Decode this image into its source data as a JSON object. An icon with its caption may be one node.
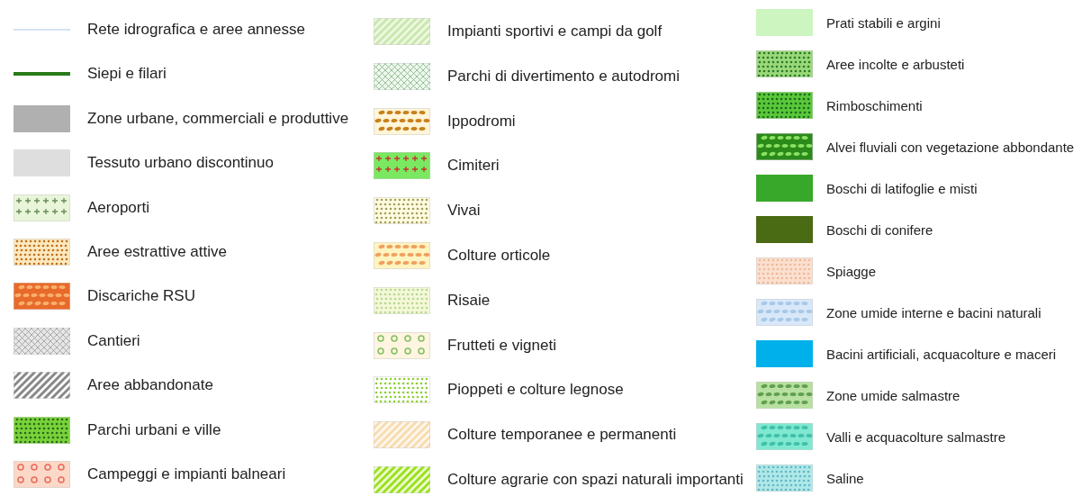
{
  "diagram": {
    "legend": [
      {
        "text": "Rete idrografica e aree annesse"
      },
      {
        "text": "Siepi e filari"
      },
      {
        "text": "Zone urbane, commerciali e produttive",
        "color": "#b0b0b0"
      },
      {
        "text": "Tessuto urbano discontinuo",
        "color": "#dedede"
      },
      {
        "text": "Aeroporti"
      },
      {
        "text": "Aree estrattive attive"
      },
      {
        "text": "Discariche RSU"
      },
      {
        "text": "Cantieri"
      },
      {
        "text": "Aree abbandonate"
      },
      {
        "text": "Parchi urbani e ville"
      },
      {
        "text": "Campeggi e impianti balneari"
      },
      {
        "text": "Impianti sportivi e campi da golf"
      },
      {
        "text": "Parchi di divertimento e autodromi"
      },
      {
        "text": "Ippodromi"
      },
      {
        "text": "Cimiteri"
      },
      {
        "text": "Vivai"
      },
      {
        "text": "Colture orticole"
      },
      {
        "text": "Risaie"
      },
      {
        "text": "Frutteti e vigneti"
      },
      {
        "text": "Pioppeti e colture legnose"
      },
      {
        "text": "Colture temporanee e permanenti"
      },
      {
        "text": "Colture agrarie con spazi naturali importanti"
      },
      {
        "text": "Prati stabili e argini",
        "color": "#ccf5c0"
      },
      {
        "text": "Aree incolte e arbusteti"
      },
      {
        "text": "Rimboschimenti"
      },
      {
        "text": "Alvei fluviali con vegetazione abbondante"
      },
      {
        "text": "Boschi di latifoglie e misti",
        "color": "#38a82a"
      },
      {
        "text": "Boschi di conifere",
        "color": "#4a6a14"
      },
      {
        "text": "Spiagge"
      },
      {
        "text": "Zone umide interne e bacini naturali"
      },
      {
        "text": "Bacini artificiali, acquacolture e maceri",
        "color": "#00b0ea"
      },
      {
        "text": "Zone umide salmastre"
      },
      {
        "text": "Valli e acquacolture salmastre"
      },
      {
        "text": "Saline"
      }
    ]
  }
}
